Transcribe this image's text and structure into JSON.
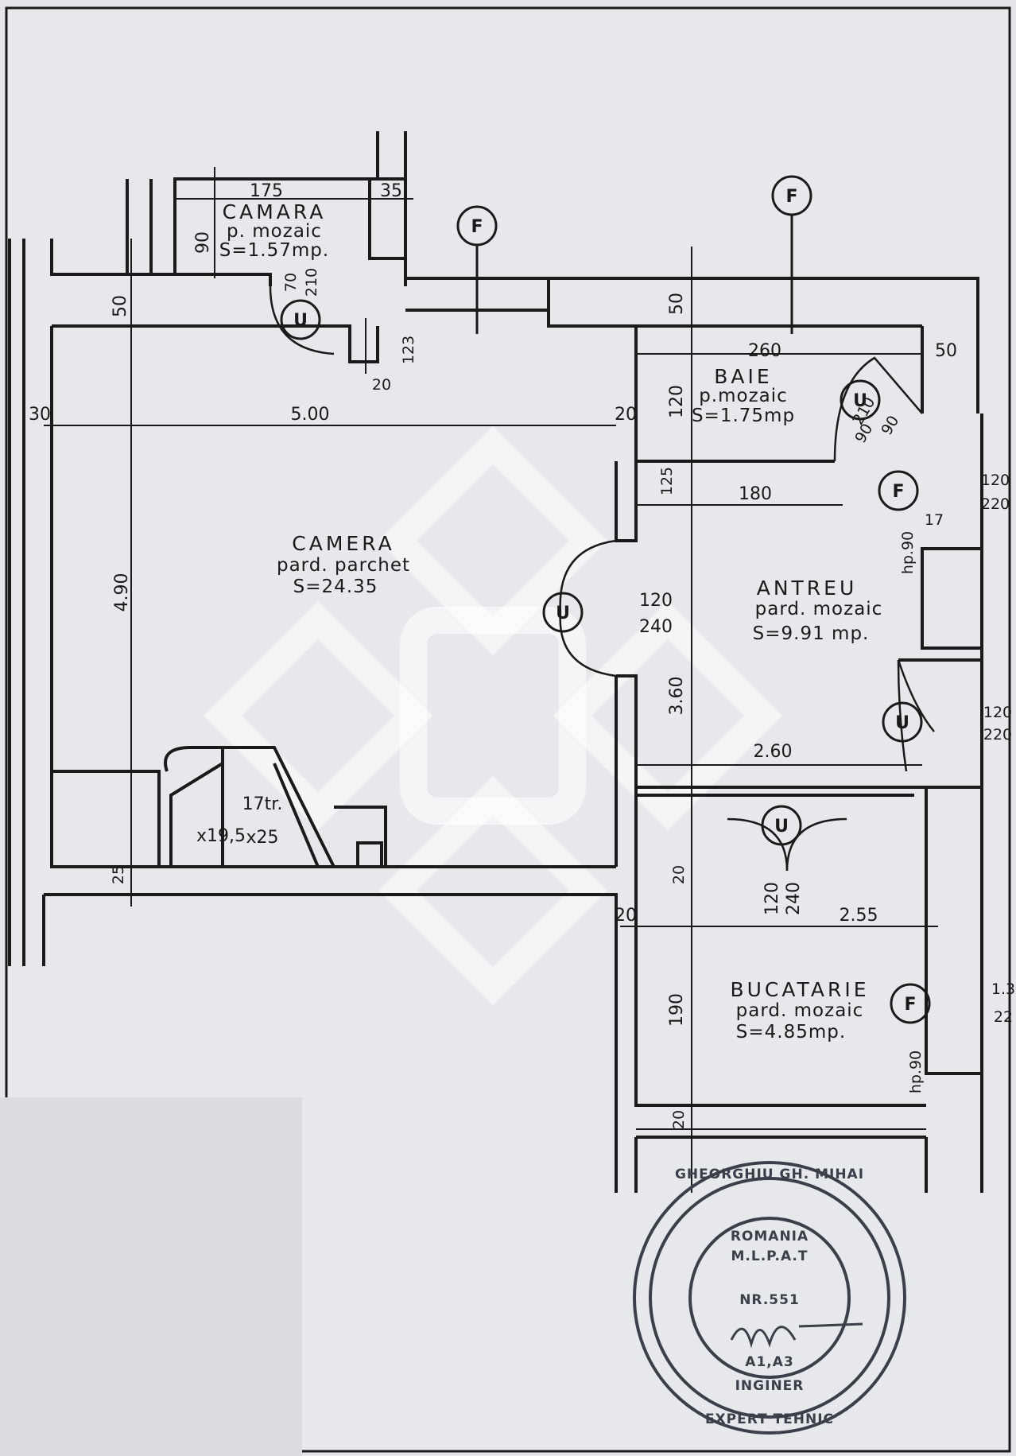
{
  "rooms": {
    "camara": {
      "name": "CAMARA",
      "floor": "p. mozaic",
      "area": "S=1.57mp."
    },
    "camera": {
      "name": "CAMERA",
      "floor": "pard. parchet",
      "area": "S=24.35"
    },
    "baie": {
      "name": "BAIE",
      "floor": "p.mozaic",
      "area": "S=1.75mp"
    },
    "antreu": {
      "name": "ANTREU",
      "floor": "pard. mozaic",
      "area": "S=9.91 mp."
    },
    "bucatarie": {
      "name": "BUCATARIE",
      "floor": "pard. mozaic",
      "area": "S=4.85mp."
    }
  },
  "dimensions": {
    "camara_width": "175",
    "camara_wall": "35",
    "camara_height": "90",
    "door_70": "70",
    "door_210": "210",
    "wall_50_left": "50",
    "d_123": "123",
    "d_20_a": "20",
    "d_30": "30",
    "camera_width": "5.00",
    "d_20_b": "20",
    "camera_height": "4.90",
    "wall_50_mid": "50",
    "baie_width": "260",
    "wall_50_right": "50",
    "baie_height": "120",
    "d_90_a": "90",
    "d_210_b": "210",
    "d_90_b": "90",
    "d_125": "125",
    "d_180": "180",
    "win_120_a": "120",
    "win_220_a": "220",
    "d_17": "17",
    "hp_90_a": "hp.90",
    "door_120_a": "120",
    "door_240_a": "240",
    "antreu_height": "3.60",
    "win_120_b": "120",
    "win_220_b": "220",
    "antreu_width": "2.60",
    "stair_label": "17tr.",
    "stair_rise": "x19,5",
    "stair_run": "x25",
    "d_25": "25",
    "d_20_c": "20",
    "door_120_b": "120",
    "door_240_b": "240",
    "d_20_d": "20",
    "buc_width": "2.55",
    "buc_height": "190",
    "win_13": "1.3",
    "win_22": "22",
    "hp_90_b": "hp.90",
    "d_20_e": "20"
  },
  "markers": {
    "window": "F",
    "door": "U"
  },
  "stamp": {
    "name": "GHEORGHIU GH. MIHAI",
    "country": "ROMANIA",
    "org": "M.L.P.A.T",
    "number": "NR.551",
    "code": "A1,A3",
    "role": "EXPERT TEHNIC",
    "title": "INGINER"
  },
  "colors": {
    "ink": "#1a1a1a",
    "paper": "#e4e6e9",
    "stamp": "#3a3f49"
  }
}
